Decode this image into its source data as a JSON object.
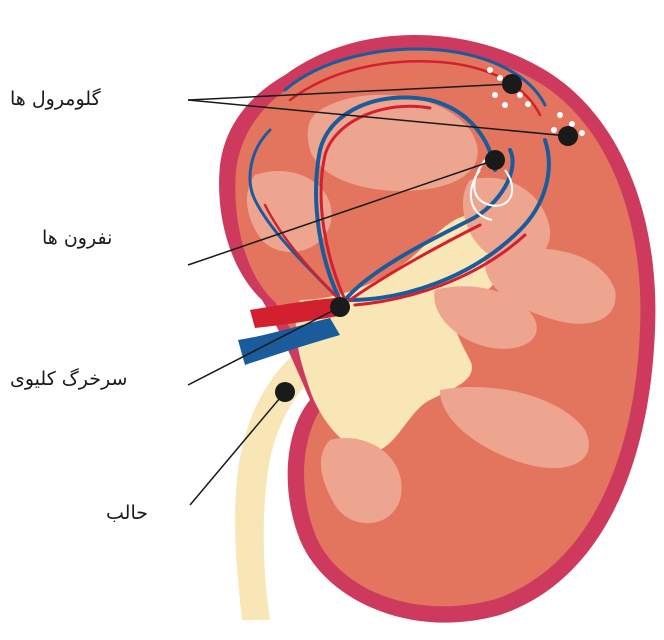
{
  "labels": {
    "glomeruli": "گلومرول ها",
    "nephrons": "نفرون ها",
    "renal_artery": "سرخرگ کلیوی",
    "ureter": "حالب"
  },
  "colors": {
    "capsule": "#c8335a",
    "cortex": "#e3755e",
    "pyramid": "#eea58f",
    "pelvis": "#f8e6b6",
    "artery": "#d3202e",
    "vein": "#1a5b9c",
    "marker": "#1a1a1a"
  }
}
